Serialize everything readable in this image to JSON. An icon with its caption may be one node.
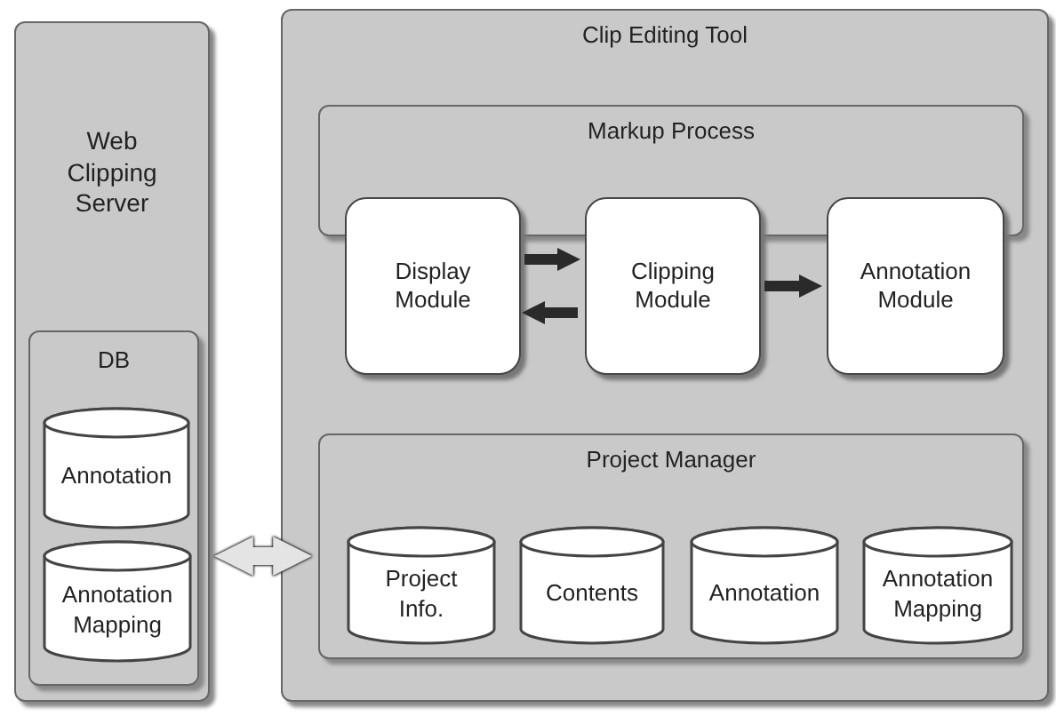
{
  "diagram": {
    "nodes": [
      {
        "text": [
          "Web Clipping Server"
        ]
      },
      {
        "text": [
          "DB"
        ],
        "in": 0
      },
      {
        "text": [
          "Annotation"
        ],
        "in": 1
      },
      {
        "text": [
          "Annotation Mapping"
        ],
        "in": 1
      },
      {
        "text": [
          "Clip Editing Tool"
        ]
      },
      {
        "text": [
          "Markup Process"
        ],
        "in": 4
      },
      {
        "text": [
          "Display Module"
        ],
        "in": 4
      },
      {
        "text": [
          "Clipping Module"
        ],
        "in": 4
      },
      {
        "text": [
          "Annotation Module"
        ],
        "in": 4
      },
      {
        "text": [
          "Project Manager"
        ],
        "in": 4
      },
      {
        "text": [
          "Project Info."
        ],
        "in": 9
      },
      {
        "text": [
          "Contents"
        ],
        "in": 9
      },
      {
        "text": [
          "Annotation"
        ],
        "in": 9
      },
      {
        "text": [
          "Annotation Mapping"
        ],
        "in": 9
      }
    ],
    "edges": [
      {
        "from": 6,
        "to": 7,
        "arrow": "to"
      },
      {
        "from": 7,
        "to": 6,
        "arrow": "to"
      },
      {
        "from": 7,
        "to": 8,
        "arrow": "to"
      },
      {
        "from": 0,
        "to": 9,
        "arrow": "both",
        "color": "#e4e4e4"
      }
    ]
  }
}
